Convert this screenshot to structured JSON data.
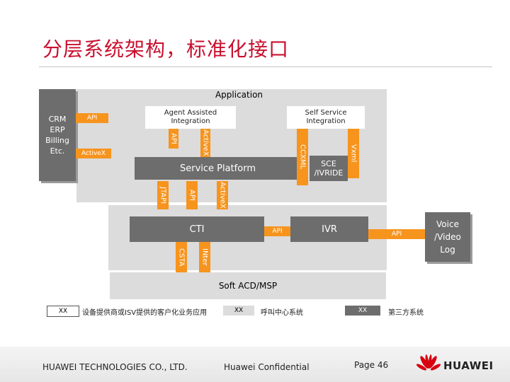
{
  "title": "分层系统架构，标准化接口",
  "layers": {
    "application": "Application",
    "crm": "CRM\nERP\nBilling\nEtc.",
    "agent_assisted": "Agent Assisted\nIntegration",
    "self_service": "Self Service\nIntegration",
    "service_platform": "Service Platform",
    "sce": "SCE\n/IVRIDE",
    "cti": "CTI",
    "ivr": "IVR",
    "voice_log": "Voice\n/Video\nLog",
    "soft_acd": "Soft ACD/MSP"
  },
  "interfaces": {
    "api_crm": "API",
    "activex_crm": "ActiveX",
    "api_agent": "API",
    "activex_agent": "ActiveX",
    "ccxml": "CCXML",
    "vxml": "Vxml",
    "jtapi": "JTAPI",
    "api_sp": "API",
    "activex_sp": "ActiveX",
    "api_cti": "API",
    "api_voice": "API",
    "csta": "CSTA",
    "inter": "INter"
  },
  "legend": [
    {
      "box": "XX",
      "text": "设备提供商或ISV提供的客户化业务应用"
    },
    {
      "box": "XX",
      "text": "呼叫中心系统"
    },
    {
      "box": "XX",
      "text": "第三方系统"
    }
  ],
  "footer": {
    "company": "HUAWEI TECHNOLOGIES CO., LTD.",
    "confidential": "Huawei Confidential",
    "page": "Page 46",
    "logo_text": "HUAWEI"
  },
  "colors": {
    "title": "#c8102e",
    "interface": "#f7941d",
    "panel": "#dcdcdc",
    "dark_box": "#6d6d6d"
  }
}
